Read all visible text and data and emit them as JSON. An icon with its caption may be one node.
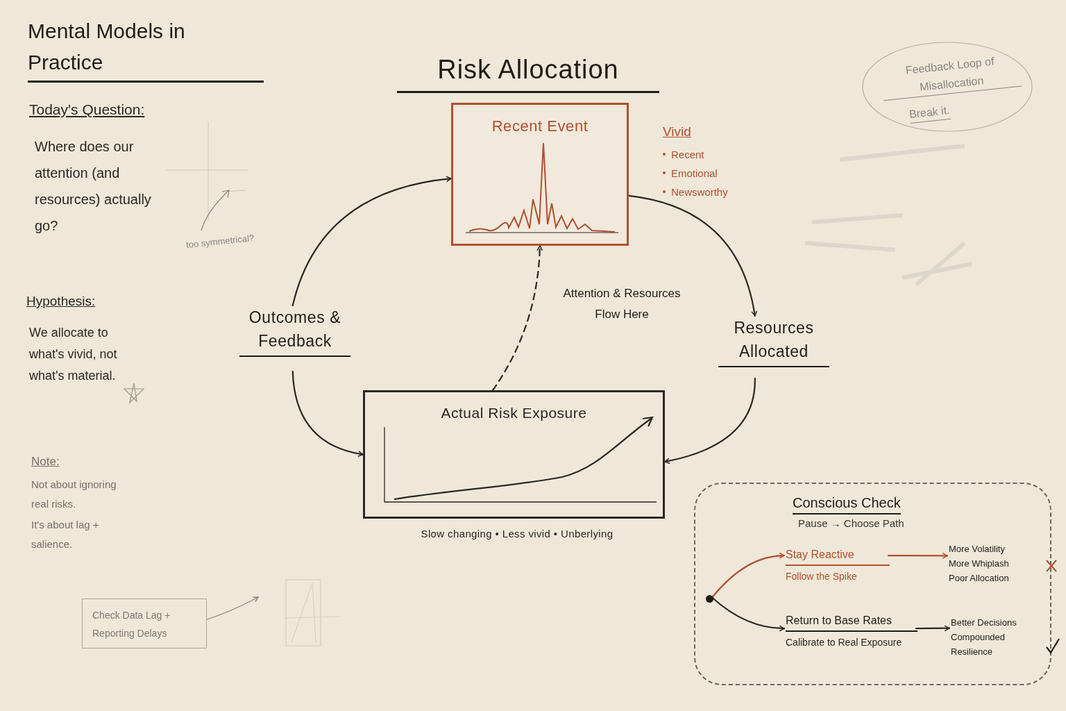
{
  "diagram": {
    "title": "Risk Allocation",
    "nodes": [
      {
        "text": [
          "Recent Event"
        ],
        "beside": [
          "Vivid",
          "Recent",
          "Emotional",
          "Newsworthy"
        ]
      },
      {
        "text": [
          "Resources Allocated"
        ]
      },
      {
        "text": [
          "Actual Risk Exposure"
        ],
        "beside": [
          "Slow changing • Less vivid • Unberlying"
        ]
      },
      {
        "text": [
          "Outcomes & Feedback"
        ]
      },
      {
        "text": [
          "Conscious Check",
          "Pause → Choose Path"
        ]
      },
      {
        "text": [],
        "shape": "circle",
        "in": 4
      },
      {
        "text": [
          "Stay Reactive",
          "Follow the Spike"
        ],
        "in": 4
      },
      {
        "text": [
          "More Volatility",
          "More Whiplash",
          "Poor Allocation"
        ],
        "in": 4
      },
      {
        "text": [
          "Return to Base Rates",
          "Calibrate to Real Exposure"
        ],
        "in": 4
      },
      {
        "text": [
          "Better Decisions",
          "Compounded Resilience"
        ],
        "in": 4
      },
      {
        "text": [
          "Feedback Loop of Misallocation",
          "Break it."
        ]
      },
      {
        "text": [
          "Check Data Lag + Reporting Delays"
        ]
      }
    ],
    "edges": [
      {
        "from": 0,
        "to": 1,
        "arrow": "to"
      },
      {
        "from": 1,
        "to": 2,
        "arrow": "to"
      },
      {
        "from": 3,
        "to": 2,
        "arrow": "to"
      },
      {
        "from": 3,
        "to": 0,
        "arrow": "to"
      },
      {
        "from": 2,
        "to": 0,
        "arrow": "to",
        "style": "dashed",
        "label": "Attention & Resources Flow Here"
      },
      {
        "from": 5,
        "to": 6,
        "arrow": "to",
        "color": "#b0502e"
      },
      {
        "from": 5,
        "to": 8,
        "arrow": "to"
      },
      {
        "from": 6,
        "to": 7,
        "arrow": "to",
        "color": "#b0502e"
      },
      {
        "from": 8,
        "to": 9,
        "arrow": "to"
      },
      {
        "from": 11,
        "to": null,
        "arrow": "to",
        "color": "#8a8680"
      }
    ],
    "labels": [
      "Mental Models in Practice",
      "Today's Question:",
      "Where does our attention (and resources) actually go?",
      "Hypothesis:",
      "We allocate to what's vivid, not what's material.",
      "Note:",
      "Not about ignoring real risks.",
      "It's about lag + salience.",
      "too symmetrical?"
    ]
  }
}
